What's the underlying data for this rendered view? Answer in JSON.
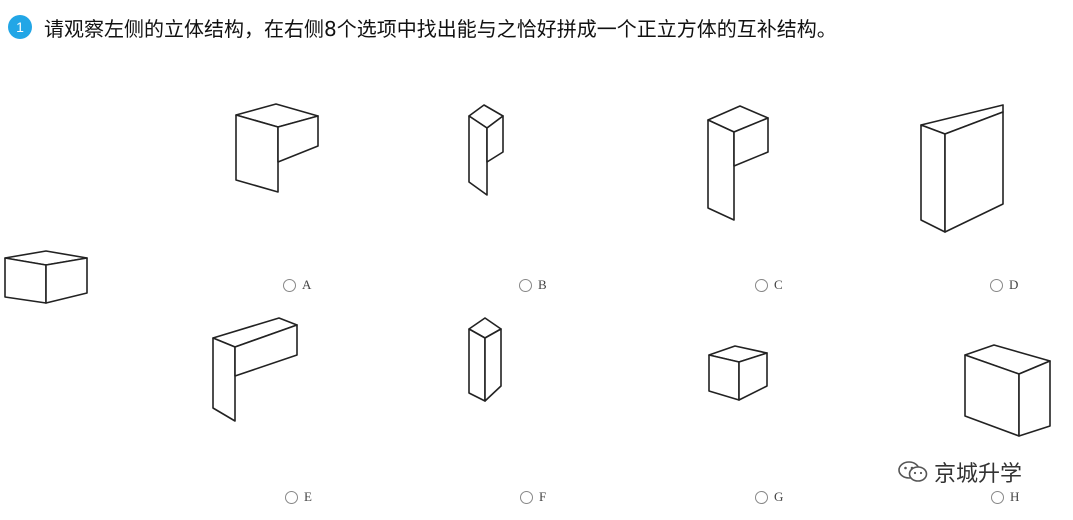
{
  "question": {
    "number": "1",
    "text": "请观察左侧的立体结构，在右侧8个选项中找出能与之恰好拼成一个正立方体的互补结构。"
  },
  "options": [
    {
      "letter": "A"
    },
    {
      "letter": "B"
    },
    {
      "letter": "C"
    },
    {
      "letter": "D"
    },
    {
      "letter": "E"
    },
    {
      "letter": "F"
    },
    {
      "letter": "G"
    },
    {
      "letter": "H"
    }
  ],
  "watermark": {
    "text": "京城升学"
  },
  "icons": {
    "radio": "radio-icon",
    "watermark": "wechat-icon"
  },
  "colors": {
    "accent": "#22a6e6",
    "line": "#222222"
  }
}
